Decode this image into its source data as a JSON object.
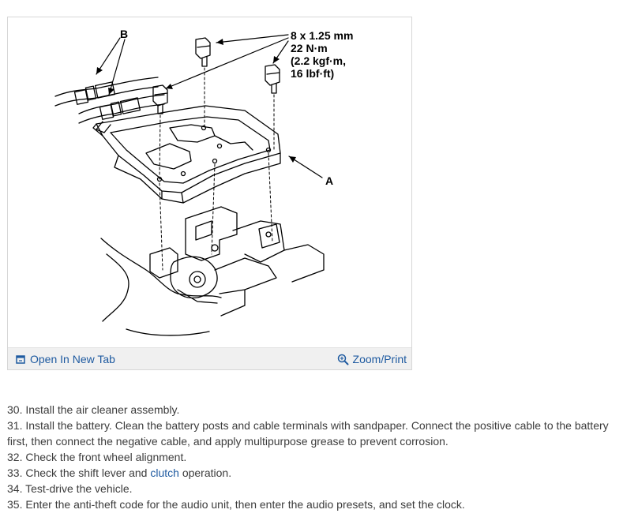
{
  "figure": {
    "callouts": {
      "bolt_spec_line1": "8 x 1.25 mm",
      "bolt_spec_line2": "22 N·m",
      "bolt_spec_line3": "(2.2 kgf·m,",
      "bolt_spec_line4": "16 lbf·ft)",
      "label_a": "A",
      "label_b": "B"
    },
    "toolbar": {
      "open_new_tab_label": "Open In New Tab",
      "open_new_tab_icon": "open-in-new-tab-icon",
      "zoom_print_label": "Zoom/Print",
      "zoom_print_icon": "magnifier-zoom-icon"
    }
  },
  "steps": [
    {
      "number": "30.",
      "text": "Install the air cleaner assembly."
    },
    {
      "number": "31.",
      "text": "Install the battery. Clean the battery posts and cable terminals with sandpaper. Connect the positive cable to the battery first, then connect the negative cable, and apply multipurpose grease to prevent corrosion."
    },
    {
      "number": "32.",
      "text": "Check the front wheel alignment."
    },
    {
      "number": "33.",
      "text_before": "Check the shift lever and",
      "link": "clutch",
      "text_after": "operation."
    },
    {
      "number": "34.",
      "text": "Test-drive the vehicle."
    },
    {
      "number": "35.",
      "text": "Enter the anti-theft code for the audio unit, then enter the audio presets, and set the clock."
    }
  ],
  "colors": {
    "link": "#1e5aa0",
    "body_text": "#3c3c3c",
    "toolbar_bg": "#f0f0f0"
  }
}
